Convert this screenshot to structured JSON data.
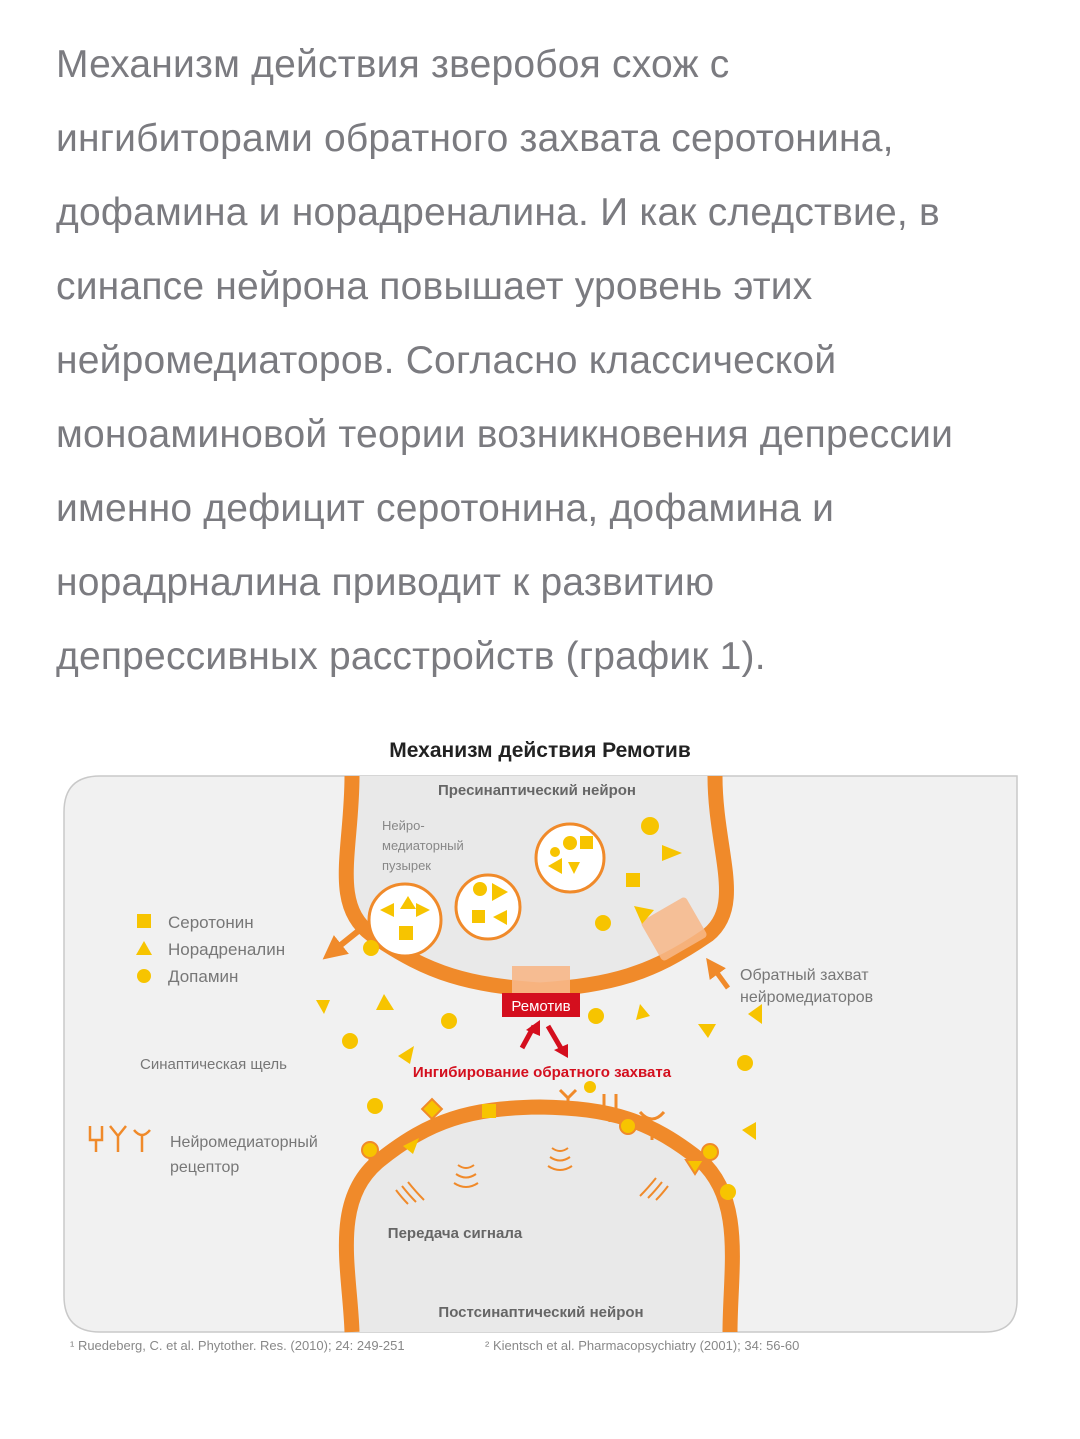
{
  "article": {
    "lines": [
      "Механизм действия зверобоя схож с",
      "ингибиторами обратного захвата серотонина,",
      "дофамина и норадреналина. И как следствие, в",
      "синапсе нейрона повышает уровень этих",
      "нейромедиаторов. Согласно классической",
      "моноаминовой теории возникновения депрессии",
      "именно дефицит серотонина, дофамина и",
      "норадрналина приводит к развитию",
      "депрессивных расстройств (график 1)."
    ]
  },
  "figure": {
    "title": "Механизм действия Ремотив",
    "presynaptic_label": "Пресинаптический нейрон",
    "vesicle_label_lines": [
      "Нейро-",
      "медиаторный",
      "пузырек"
    ],
    "legend": {
      "serotonin": "Серотонин",
      "noradrenaline": "Норадреналин",
      "dopamine": "Допамин"
    },
    "reuptake_label_lines": [
      "Обратный захват",
      "нейромедиаторов"
    ],
    "drug_label": "Ремотив",
    "cleft_label": "Синаптическая щель",
    "inhibition_label": "Ингибирование обратного захвата",
    "receptor_label_lines": [
      "Нейромедиаторный",
      "рецептор"
    ],
    "signal_label": "Передача сигнала",
    "postsynaptic_label": "Постсинаптический нейрон",
    "reference_1": "¹ Ruedeberg, C. et al. Phytother. Res. (2010); 24: 249-251",
    "reference_2": "² Kientsch et al. Pharmacopsychiatry (2001); 34: 56-60",
    "colors": {
      "membrane": "#f08a2a",
      "neurotransmitter": "#f7c400",
      "drug": "#d40f1e",
      "background": "#f1f1f1"
    }
  }
}
